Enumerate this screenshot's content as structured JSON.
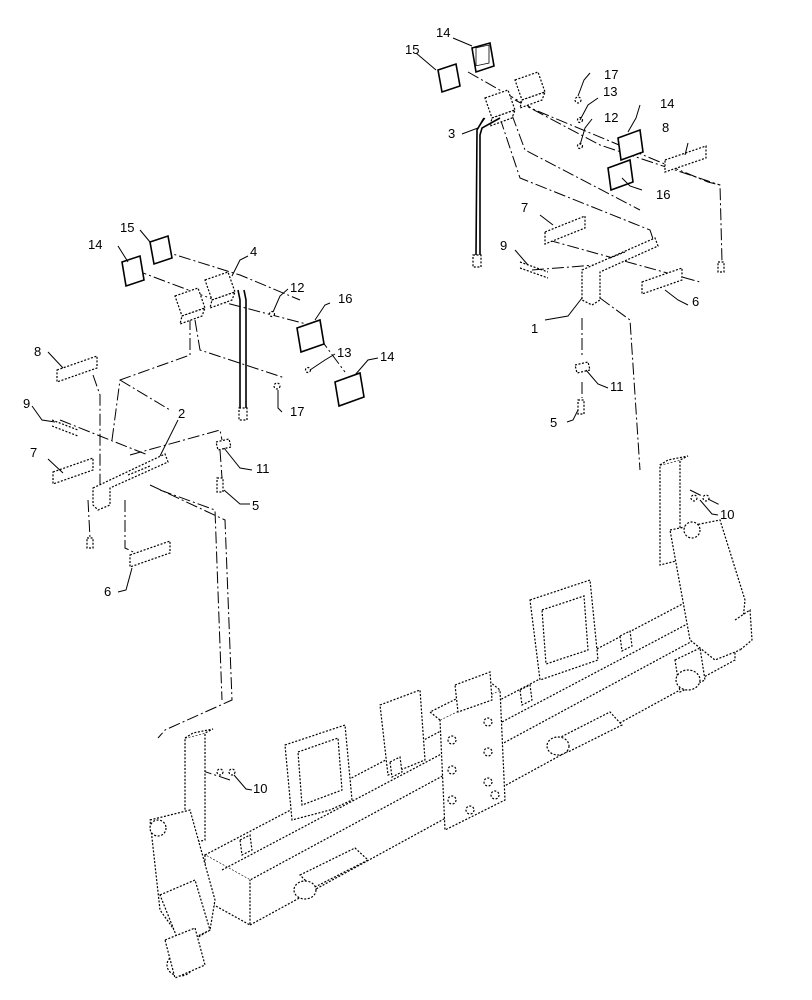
{
  "diagram": {
    "callouts": [
      "1",
      "2",
      "3",
      "4",
      "5",
      "5",
      "6",
      "6",
      "7",
      "7",
      "8",
      "8",
      "9",
      "9",
      "10",
      "10",
      "11",
      "11",
      "12",
      "12",
      "13",
      "13",
      "14",
      "14",
      "14",
      "14",
      "15",
      "15",
      "16",
      "16",
      "17",
      "17"
    ]
  }
}
